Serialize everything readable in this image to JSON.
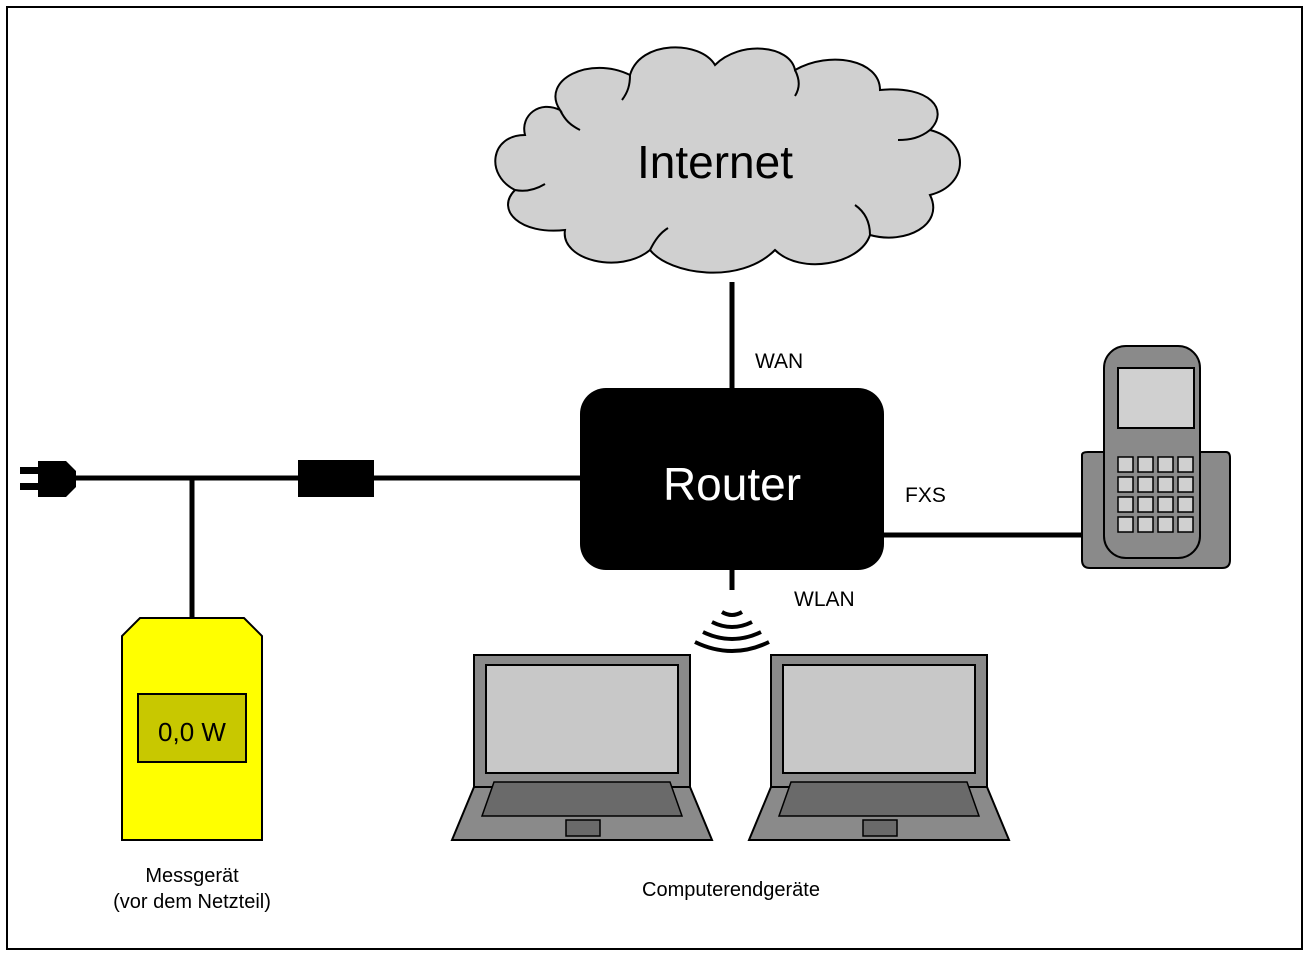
{
  "diagram": {
    "internet_label": "Internet",
    "router_label": "Router",
    "wan_label": "WAN",
    "fxs_label": "FXS",
    "wlan_label": "WLAN",
    "meter_reading": "0,0 W",
    "meter_caption_line1": "Messgerät",
    "meter_caption_line2": "(vor dem Netzteil)",
    "computers_caption": "Computerendgeräte"
  },
  "icons": [
    "power-plug-icon",
    "power-adapter-icon",
    "cloud-icon",
    "router-box",
    "wifi-signal-icon",
    "cordless-phone-icon",
    "laptop-icon",
    "power-meter-icon"
  ],
  "colors": {
    "cloud": "#d0d0d0",
    "router": "#000000",
    "meter": "#ffff00",
    "meter_display": "#c8c800",
    "device_gray": "#8a8a8a",
    "screen_gray": "#c8c8c8"
  }
}
